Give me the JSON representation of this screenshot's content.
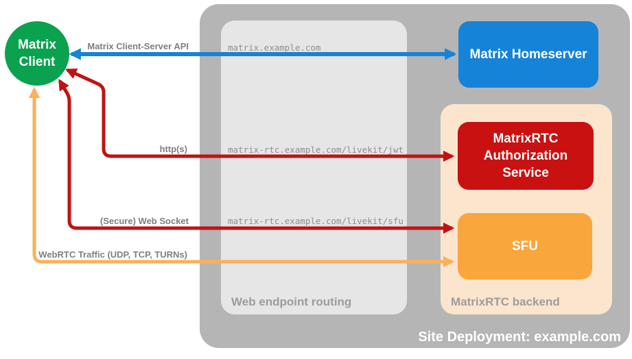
{
  "client": {
    "label": "Matrix Client"
  },
  "homeserver": {
    "label": "Matrix Homeserver"
  },
  "routing": {
    "label": "Web endpoint routing",
    "endpoints": {
      "homeserver": "matrix.example.com",
      "jwt": "matrix-rtc.example.com/livekit/jwt",
      "sfu": "matrix-rtc.example.com/livekit/sfu"
    }
  },
  "backend": {
    "label": "MatrixRTC backend",
    "auth": {
      "label": "MatrixRTC Authorization Service"
    },
    "sfu": {
      "label": "SFU"
    }
  },
  "connections": {
    "api": {
      "label": "Matrix Client-Server API",
      "color": "#1583d7"
    },
    "http": {
      "label": "http(s)",
      "color": "#c11212"
    },
    "ws": {
      "label": "(Secure) Web Socket",
      "color": "#c11212"
    },
    "webrtc": {
      "label": "WebRTC Traffic (UDP, TCP, TURNs)",
      "color": "#fbb159"
    }
  },
  "site": {
    "label": "Site Deployment: example.com"
  },
  "colors": {
    "client_green": "#0aa24e",
    "homeserver_blue": "#1583d7",
    "auth_red": "#c91111",
    "sfu_orange": "#f9a63d",
    "backend_peach": "#fce5cd",
    "outer_gray": "#b5b5b5",
    "routing_gray": "#e6e6e6"
  }
}
